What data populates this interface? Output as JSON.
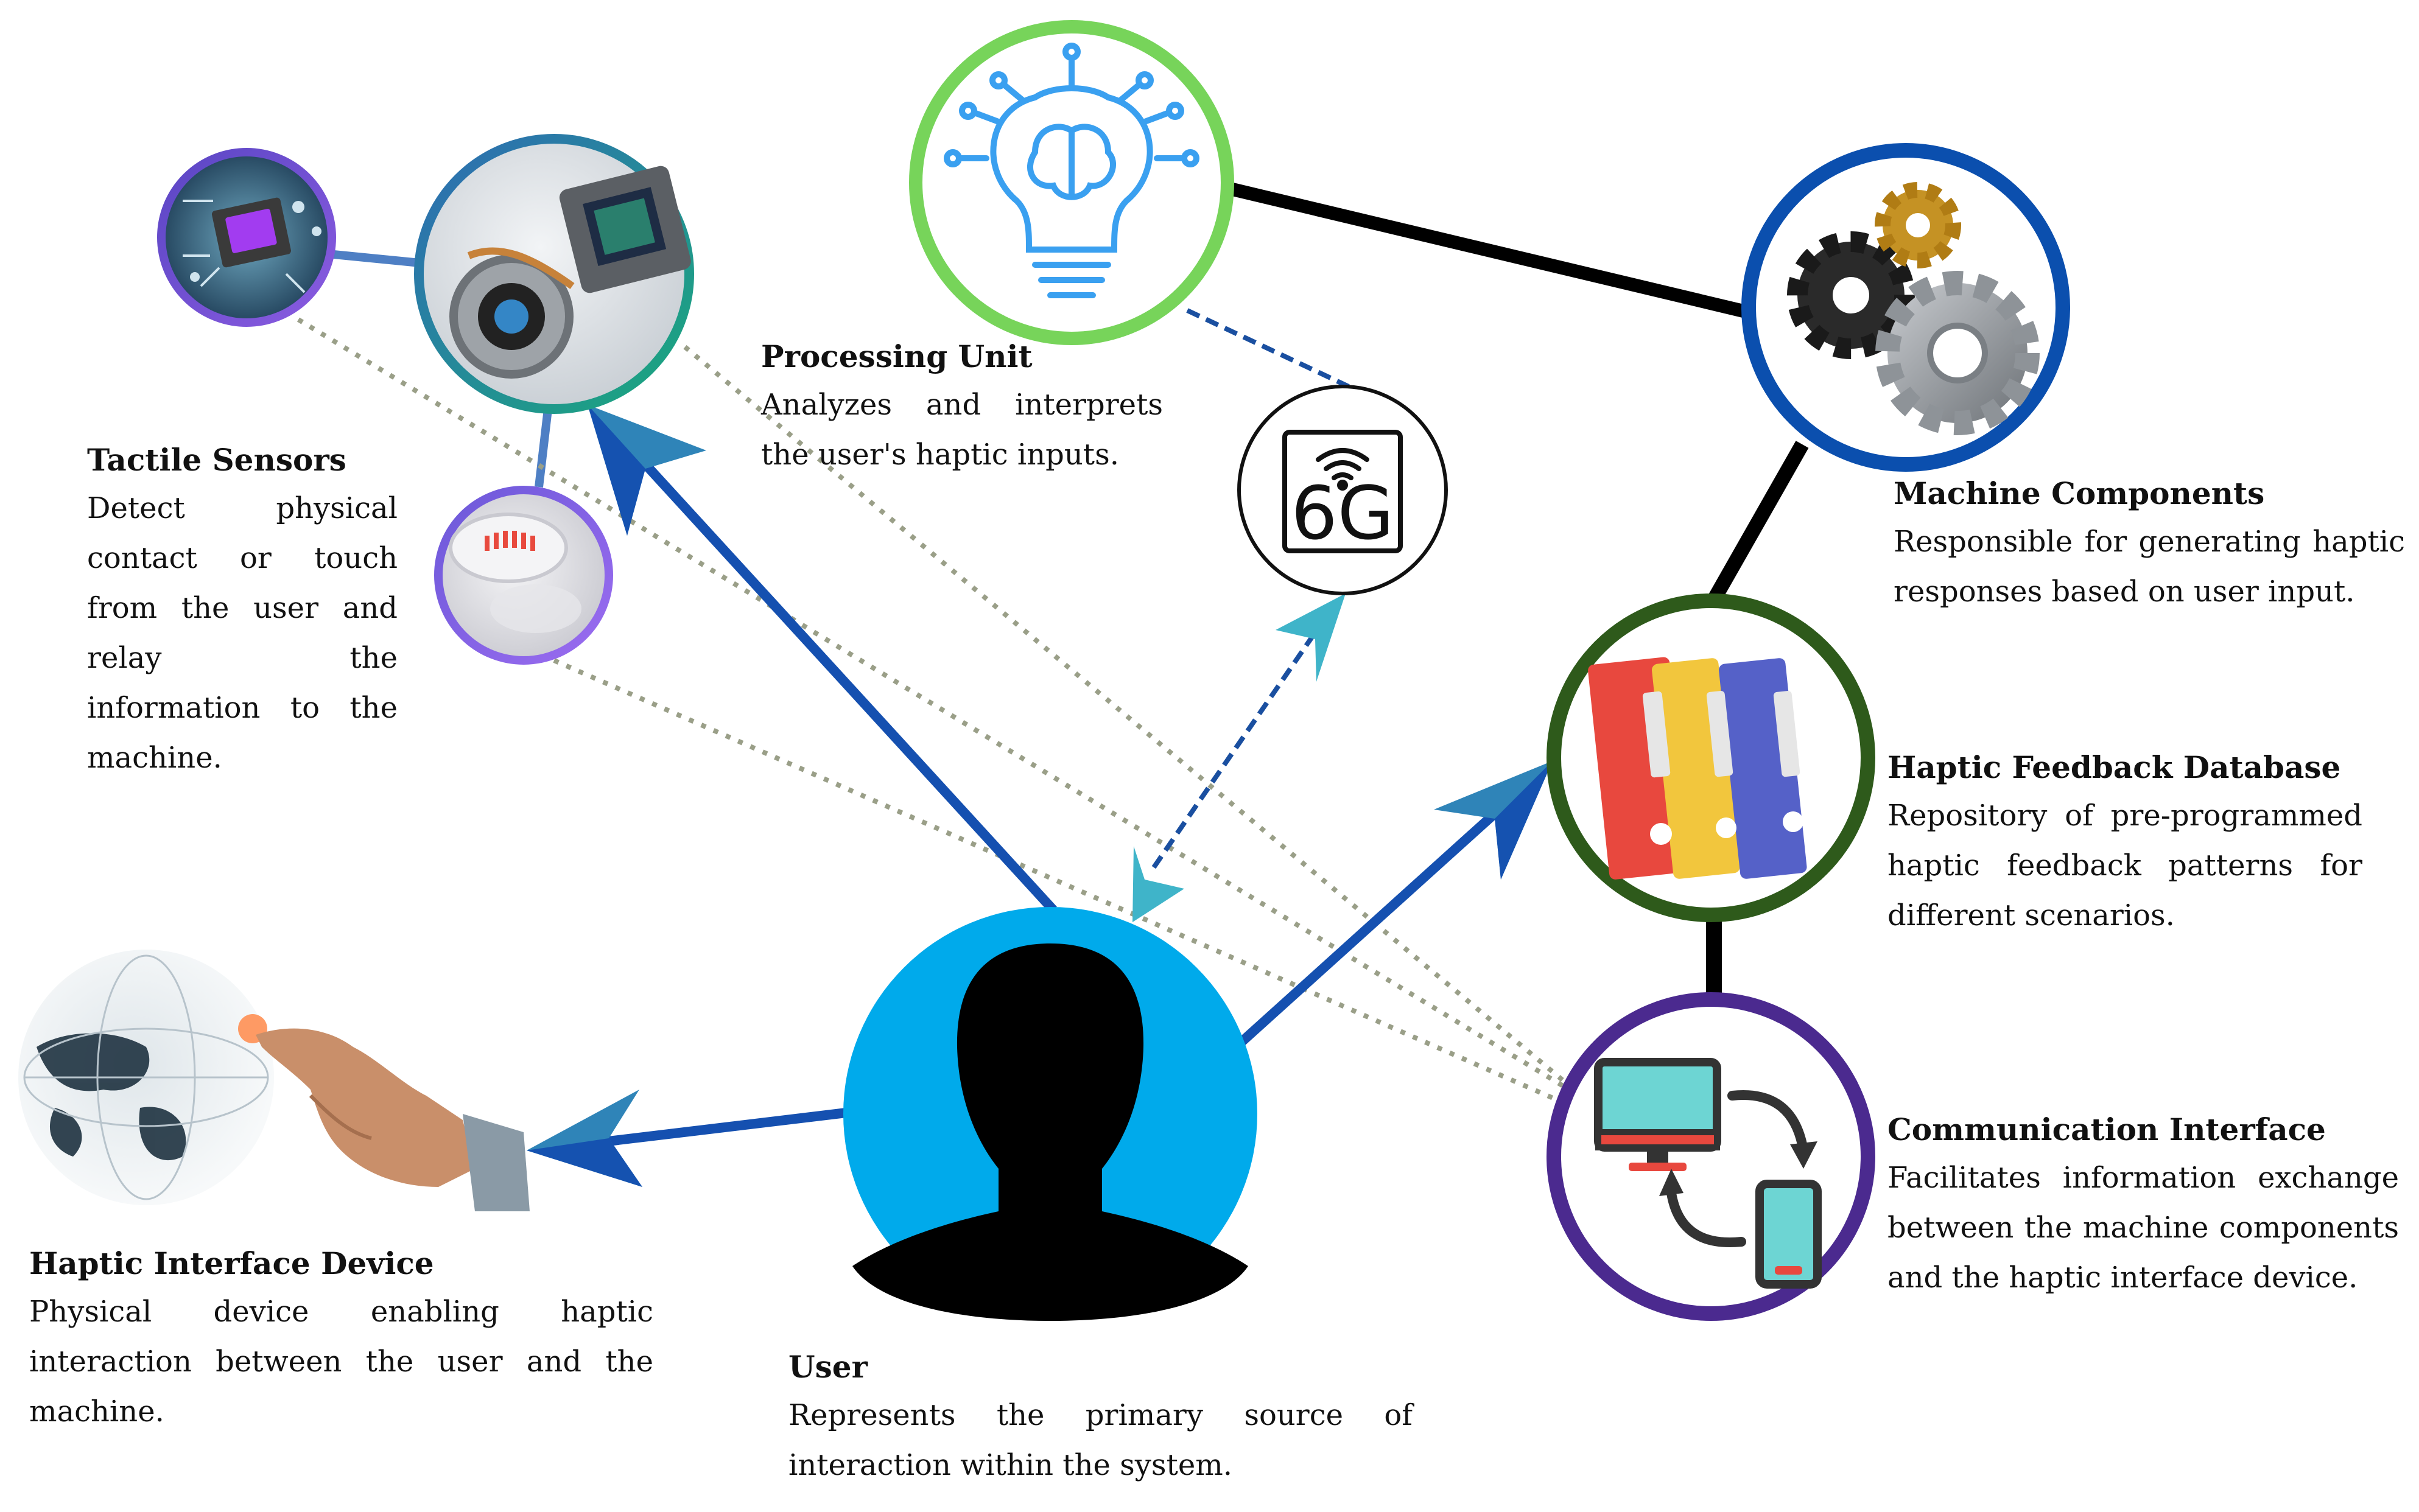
{
  "nodes": {
    "processing_unit": {
      "title": "Processing Unit",
      "desc": "Analyzes and interprets the user's haptic inputs."
    },
    "machine_components": {
      "title": "Machine Components",
      "desc": "Responsible for generating haptic responses based on user input."
    },
    "tactile_sensors": {
      "title": "Tactile Sensors",
      "desc": "Detect physical contact or touch from the user and relay the information to the machine."
    },
    "haptic_feedback_database": {
      "title": "Haptic Feedback Database",
      "desc": "Repository of pre-programmed haptic feedback patterns for different scenarios."
    },
    "communication_interface": {
      "title": "Communication Interface",
      "desc": "Facilitates information exchange between the machine components and the haptic interface device."
    },
    "haptic_interface_device": {
      "title": "Haptic Interface Device",
      "desc": "Physical device enabling haptic interaction between the user and the machine."
    },
    "user": {
      "title": "User",
      "desc": "Represents the primary source of interaction within the system."
    }
  },
  "network_badge": {
    "label": "6G",
    "icon": "wifi-icon"
  },
  "icons": {
    "processing_unit": "brain-lightbulb-icon",
    "machine_components": "gears-icon",
    "haptic_feedback_database": "binders-icon",
    "communication_interface": "monitor-phone-sync-icon",
    "user": "user-silhouette-icon",
    "tactile_sensor_chip": "circuit-chip-icon",
    "tactile_sensor_camera": "camera-sensor-icon",
    "tactile_sensor_smoke": "smoke-detector-icon",
    "haptic_interface_device": "hand-touch-globe-icon"
  },
  "colors": {
    "processing_ring": "#77d45a",
    "machine_ring": "#0b4fae",
    "database_ring": "#2e5a1b",
    "comm_ring": "#4b2a8f",
    "user_fill": "#00aaeb",
    "arrow_blue": "#1550b0",
    "arrow_teal": "#2f8fb8",
    "dashed_blue": "#1a4fa0",
    "dotted_gray": "#9a9f88",
    "black_link": "#000000"
  }
}
